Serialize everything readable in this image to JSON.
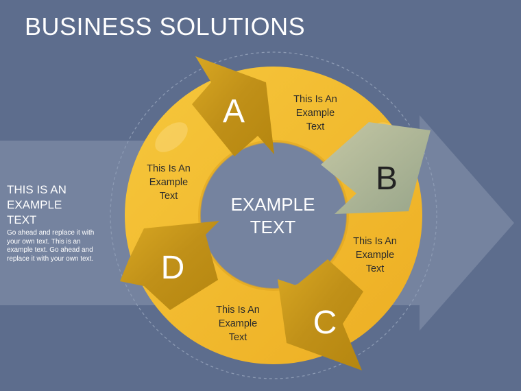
{
  "title": "BUSINESS SOLUTIONS",
  "side": {
    "heading_lines": [
      "THIS IS AN",
      "EXAMPLE",
      "TEXT"
    ],
    "body_lines": [
      "Go ahead and replace it with",
      "your own text. This is an",
      "example text. Go ahead and",
      "replace it with your own text."
    ]
  },
  "center": {
    "lines": [
      "EXAMPLE",
      "TEXT"
    ]
  },
  "segments": [
    {
      "letter": "A",
      "text_lines": [
        "This Is An",
        "Example",
        "Text"
      ]
    },
    {
      "letter": "B",
      "text_lines": [
        "This Is An",
        "Example",
        "Text"
      ]
    },
    {
      "letter": "C",
      "text_lines": [
        "This Is An",
        "Example",
        "Text"
      ]
    },
    {
      "letter": "D",
      "text_lines": [
        "This Is An",
        "Example",
        "Text"
      ]
    }
  ],
  "colors": {
    "background": "#5d6d8d",
    "ring": "#f2b82e",
    "arrow": "#c99a1e",
    "arrow_b": "#a7b398",
    "big_arrow": "#75839f"
  }
}
